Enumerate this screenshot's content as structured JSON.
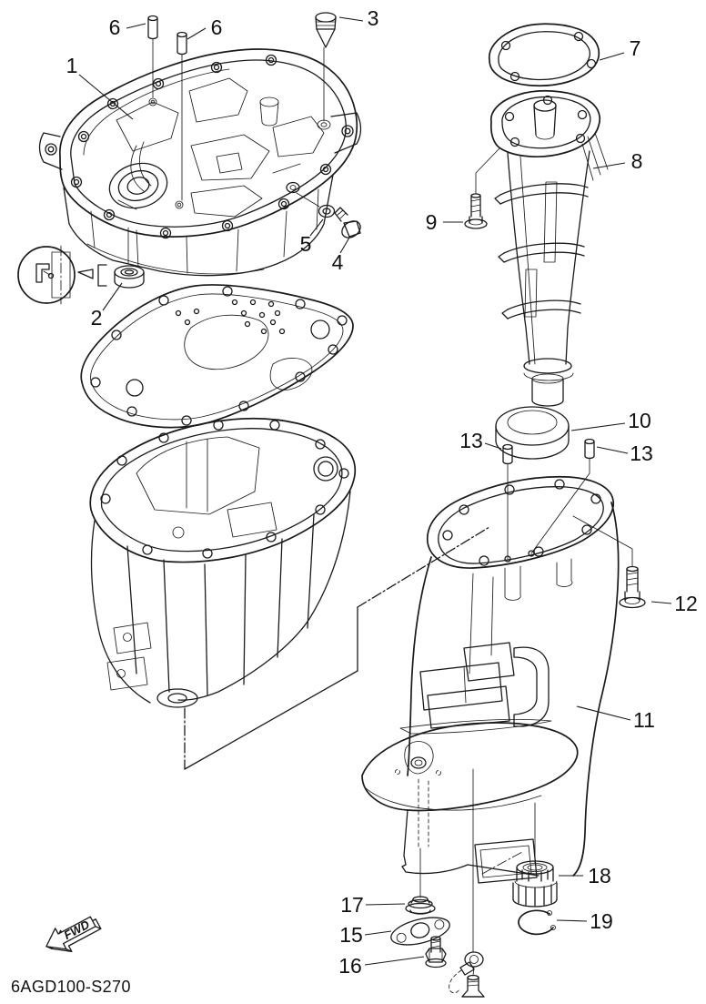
{
  "diagram": {
    "code": "6AGD100-S270",
    "fwd_label": "FWD",
    "background_color": "#ffffff",
    "line_color": "#1a1a1a",
    "callouts": {
      "p1": "1",
      "p2": "2",
      "p3": "3",
      "p4": "4",
      "p5": "5",
      "p6a": "6",
      "p6b": "6",
      "p7": "7",
      "p8": "8",
      "p9": "9",
      "p10": "10",
      "p11": "11",
      "p12": "12",
      "p13a": "13",
      "p13b": "13",
      "p15": "15",
      "p16": "16",
      "p17": "17",
      "p18": "18",
      "p19": "19"
    }
  }
}
